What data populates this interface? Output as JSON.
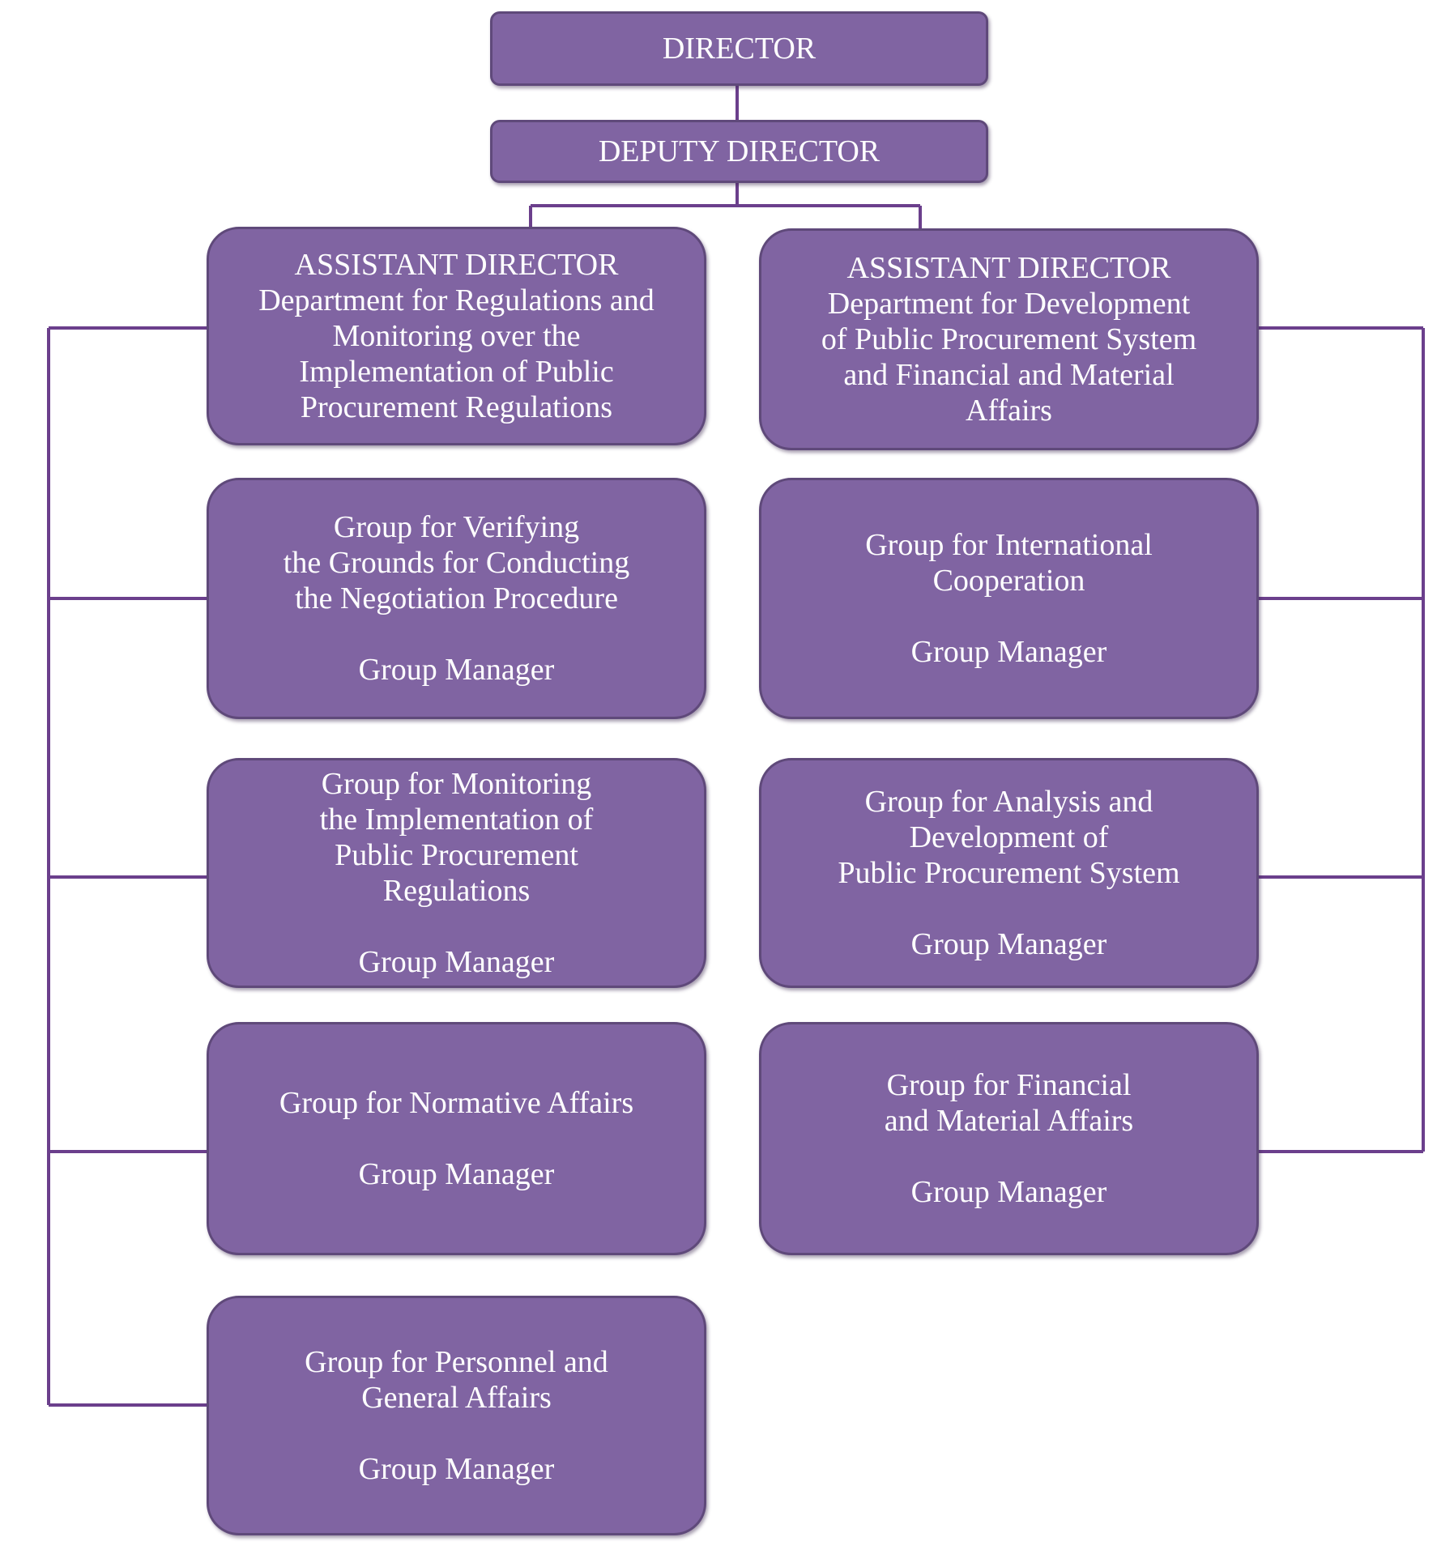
{
  "director": {
    "label": "DIRECTOR"
  },
  "deputy": {
    "label": "DEPUTY DIRECTOR"
  },
  "left": {
    "head": {
      "title": "ASSISTANT DIRECTOR",
      "lines": [
        "Department for Regulations and",
        "Monitoring over the",
        "Implementation of Public",
        "Procurement Regulations"
      ]
    },
    "groups": [
      {
        "lines": [
          "Group for Verifying",
          "the Grounds for Conducting",
          "the Negotiation Procedure"
        ],
        "manager": "Group Manager"
      },
      {
        "lines": [
          "Group for Monitoring",
          "the Implementation of",
          "Public Procurement",
          "Regulations"
        ],
        "manager": "Group Manager"
      },
      {
        "lines": [
          "Group for Normative Affairs"
        ],
        "manager": "Group Manager"
      },
      {
        "lines": [
          "Group for Personnel and",
          "General Affairs"
        ],
        "manager": "Group Manager"
      }
    ]
  },
  "right": {
    "head": {
      "title": "ASSISTANT DIRECTOR",
      "lines": [
        "Department for Development",
        "of Public Procurement System",
        "and Financial and Material",
        "Affairs"
      ]
    },
    "groups": [
      {
        "lines": [
          "Group for International",
          "Cooperation"
        ],
        "manager": "Group Manager"
      },
      {
        "lines": [
          "Group for Analysis and",
          "Development of",
          "Public Procurement System"
        ],
        "manager": "Group Manager"
      },
      {
        "lines": [
          "Group for Financial",
          "and Material Affairs"
        ],
        "manager": "Group Manager"
      }
    ]
  },
  "colors": {
    "box_fill": "#8064a2",
    "box_border": "#5f497a",
    "connector": "#6b3f8c",
    "text": "#ffffff"
  }
}
